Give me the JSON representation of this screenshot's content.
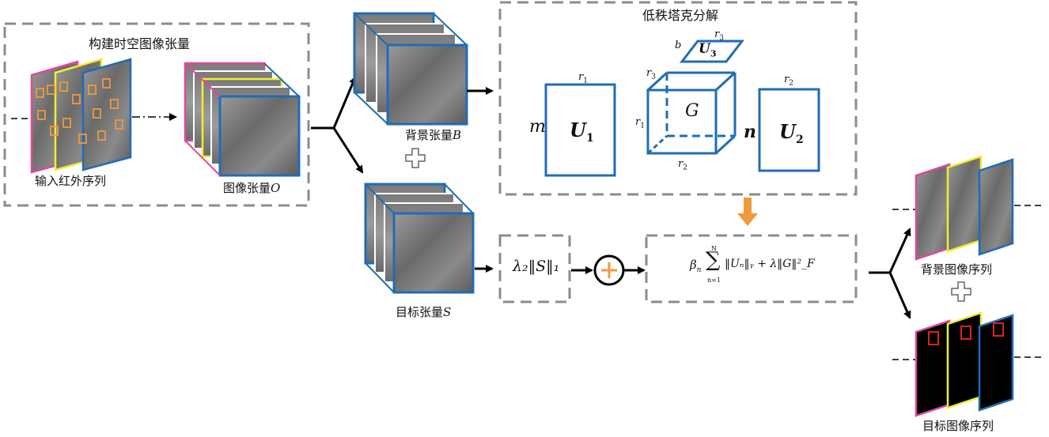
{
  "labels": {
    "construct_title": "构建时空图像张量",
    "input_seq": "输入红外序列",
    "image_tensor": "图像张量",
    "image_tensor_sym": "O",
    "bg_tensor": "背景张量",
    "bg_tensor_sym": "B",
    "target_tensor": "目标张量",
    "target_tensor_sym": "S",
    "tucker_title": "低秩塔克分解",
    "bg_seq": "背景图像序列",
    "target_seq": "目标图像序列"
  },
  "tucker": {
    "m": "m",
    "n": "n",
    "b": "b",
    "u1": "U",
    "u1_sub": "1",
    "u2": "U",
    "u2_sub": "2",
    "u3": "U",
    "u3_sub": "3",
    "core": "G",
    "r": "r",
    "sub1": "1",
    "sub2": "2",
    "sub3": "3"
  },
  "formulas": {
    "sparse": "λ₂‖S‖₁",
    "lowrank_beta": "β",
    "lowrank_sub_n": "n",
    "sum_top": "N",
    "sum_bottom": "n=1",
    "lowrank_body": "‖Uₙ‖ᵧ + λ‖G‖²_F"
  },
  "colors": {
    "dash_border": "#8c8c8c",
    "tensor_blue": "#1f6db5",
    "magenta": "#e0479e",
    "yellow": "#f2ee2e",
    "orange": "#ef9a3c",
    "red": "#e02020"
  }
}
